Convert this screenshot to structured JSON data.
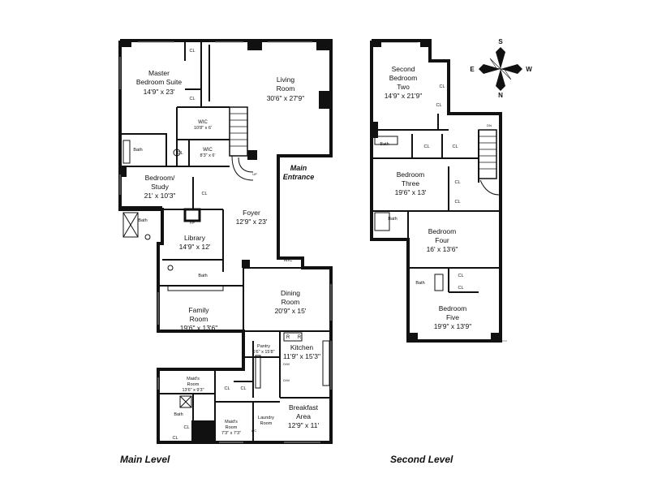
{
  "levels": {
    "main": "Main Level",
    "second": "Second Level"
  },
  "main_entrance": [
    "Main",
    "Entrance"
  ],
  "compass": {
    "north": "N",
    "south": "S",
    "east": "E",
    "west": "W"
  },
  "rooms": {
    "master": {
      "lines": [
        "Master",
        "Bedroom Suite",
        "14'9\" x 23'"
      ]
    },
    "living": {
      "lines": [
        "Living",
        "Room",
        "30'6\" x 27'9\""
      ]
    },
    "wic1": {
      "lines": [
        "WIC",
        "10'8\" x 6'"
      ]
    },
    "wic2": {
      "lines": [
        "WIC",
        "8'3\" x 6'"
      ]
    },
    "bedroom_study": {
      "lines": [
        "Bedroom/",
        "Study",
        "21' x 10'3\""
      ]
    },
    "foyer": {
      "lines": [
        "Foyer",
        "12'9\" x 23'"
      ]
    },
    "library": {
      "lines": [
        "Library",
        "14'9\" x 12'"
      ]
    },
    "family": {
      "lines": [
        "Family",
        "Room",
        "19'6\" x 13'6\""
      ]
    },
    "dining": {
      "lines": [
        "Dining",
        "Room",
        "20'9\" x 15'"
      ]
    },
    "pantry": {
      "lines": [
        "Pantry",
        "6'6\" x 15'8\""
      ]
    },
    "kitchen": {
      "lines": [
        "Kitchen",
        "11'9\" x 15'3\""
      ]
    },
    "maid1": {
      "lines": [
        "Maid's",
        "Room",
        "13'6\" x 9'3\""
      ]
    },
    "maid2": {
      "lines": [
        "Maid's",
        "Room",
        "7'3\" x 7'3\""
      ]
    },
    "laundry": {
      "lines": [
        "Laundry",
        "Room"
      ]
    },
    "breakfast": {
      "lines": [
        "Breakfast",
        "Area",
        "12'9\" x 11'"
      ]
    },
    "bed2": {
      "lines": [
        "Second",
        "Bedroom",
        "Two",
        "14'9\" x 21'9\""
      ]
    },
    "bed3": {
      "lines": [
        "Bedroom",
        "Three",
        "19'6\" x 13'"
      ]
    },
    "bed4": {
      "lines": [
        "Bedroom",
        "Four",
        "16' x 13'6\""
      ]
    },
    "bed5": {
      "lines": [
        "Bedroom",
        "Five",
        "19'9\" x 13'9\""
      ]
    }
  },
  "small_labels": {
    "cl": "CL",
    "bath": "Bath",
    "wic": "WIC",
    "fp": "F/P",
    "up": "UP",
    "dn": "DN",
    "dw": "D/W",
    "r": "R",
    "wc": "WC"
  }
}
